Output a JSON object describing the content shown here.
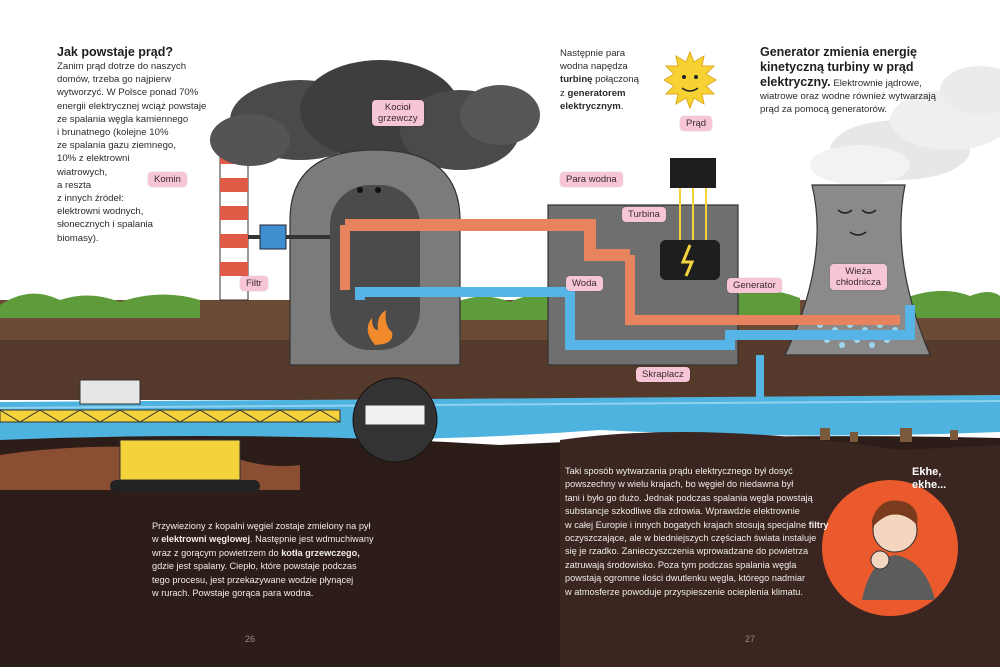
{
  "left_intro": {
    "heading": "Jak powstaje prąd?",
    "lines": [
      "Zanim prąd dotrze do naszych",
      "domów, trzeba go najpierw",
      "wytworzyć. W Polsce ponad 70%",
      "energii elektrycznej wciąż powstaje",
      "ze spalania węgla kamiennego",
      "i brunatnego (kolejne 10%",
      "ze spalania gazu ziemnego,",
      "10% z elektrowni",
      "wiatrowych,",
      "a reszta",
      "z innych źródeł:",
      "elektrowni wodnych,",
      "słonecznych i spalania",
      "biomasy)."
    ]
  },
  "middle_top": {
    "line1": "Następnie para",
    "line2": "wodna napędza",
    "line3_bold": "turbinę",
    "line3_rest": " połączoną",
    "line4_pre": "z ",
    "line4_bold": "generatorem",
    "line5_bold": "elektrycznym",
    "line5_rest": "."
  },
  "right_top": {
    "heading_lines": [
      "Generator zmienia energię",
      "kinetyczną turbiny w prąd",
      "elektryczny."
    ],
    "rest_first": " Elektrownie jądrowe,",
    "rest_lines": [
      "wiatrowe oraz wodne również wytwarzają",
      "prąd za pomocą generatorów."
    ]
  },
  "labels": {
    "komin": "Komin",
    "kociol_1": "Kocioł",
    "kociol_2": "grzewczy",
    "filtr": "Filtr",
    "para_wodna": "Para wodna",
    "turbina": "Turbina",
    "woda": "Woda",
    "generator": "Generator",
    "prad": "Prąd",
    "wieza_1": "Wieża",
    "wieza_2": "chłodnicza",
    "skraplacz": "Skraplacz"
  },
  "bottom_left": {
    "line1": "Przywieziony z kopalni węgiel zostaje zmielony na pył",
    "line2_pre": "w ",
    "line2_bold": "elektrowni węglowej",
    "line2_rest": ". Następnie jest wdmuchiwany",
    "line3_pre": "wraz z gorącym powietrzem do ",
    "line3_bold": "kotła grzewczego,",
    "line4": "gdzie jest spalany. Ciepło, które powstaje podczas",
    "line5": "tego procesu, jest przekazywane wodzie płynącej",
    "line6": "w rurach. Powstaje gorąca para wodna."
  },
  "bottom_right": {
    "lines_a": [
      "Taki sposób wytwarzania prądu elektrycznego był dosyć",
      "powszechny w wielu krajach, bo węgiel do niedawna był",
      "tani i było go dużo. Jednak podczas spalania węgla powstają",
      "substancje szkodliwe dla zdrowia. Wprawdzie elektrownie"
    ],
    "line5_pre": "w całej Europie i innych bogatych krajach stosują specjalne ",
    "line5_bold": "filtry",
    "lines_b": [
      "oczyszczające, ale  w biedniejszych częściach świata instaluje",
      "się je rzadko. Zanieczyszczenia wprowadzane do powietrza",
      "zatruwają środowisko. Poza tym podczas spalania węgla",
      "powstają ogromne ilości dwutlenku węgla, którego nadmiar",
      "w atmosferze powoduje przyspieszenie ocieplenia klimatu."
    ]
  },
  "cough": {
    "line1": "Ekhe,",
    "line2": "ekhe..."
  },
  "pages": {
    "left": "26",
    "right": "27"
  },
  "colors": {
    "smoke": "#4a4a4a",
    "building": "#7b7b7b",
    "steam_pipe": "#e7845f",
    "water_pipe": "#57b4e6",
    "river": "#4fb3e0",
    "soil": "#3a2620",
    "excavator": "#f4d23c",
    "label_pink": "#f6c6d6",
    "cough_circle": "#ea5a2c"
  }
}
